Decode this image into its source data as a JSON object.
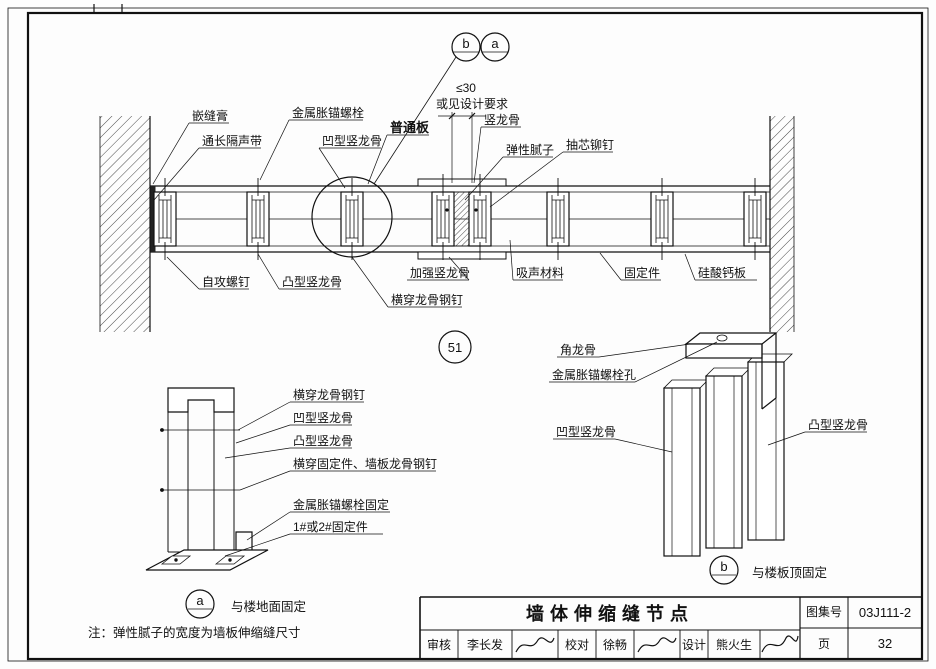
{
  "section": {
    "bubbles": {
      "left": "b",
      "right": "a"
    },
    "figure_no": "51",
    "dim": "≤30",
    "dim_note": "或见设计要求",
    "labels": {
      "caulk": "嵌缝膏",
      "sound_strip": "通长隔声带",
      "anchor_bolt": "金属胀锚螺栓",
      "concave_stud": "凹型竖龙骨",
      "plain_board": "普通板",
      "vertical_stud": "竖龙骨",
      "elastic_putty": "弹性腻子",
      "blind_rivet": "抽芯铆钉",
      "self_tapping_screw": "自攻螺钉",
      "convex_stud": "凸型竖龙骨",
      "through_nail": "横穿龙骨钢钉",
      "reinforced_stud": "加强竖龙骨",
      "absorbing_material": "吸声材料",
      "fixing_piece": "固定件",
      "calcium_silicate_board": "硅酸钙板"
    }
  },
  "detail_a": {
    "bubble": "a",
    "caption": "与楼地面固定",
    "labels": {
      "through_nail": "横穿龙骨钢钉",
      "concave_stud": "凹型竖龙骨",
      "convex_stud": "凸型竖龙骨",
      "through_fixing_nail": "横穿固定件、墙板龙骨钢钉",
      "anchor_bolt_fixing": "金属胀锚螺栓固定",
      "fixing_piece_no": "1#或2#固定件"
    },
    "note": "注：弹性腻子的宽度为墙板伸缩缝尺寸"
  },
  "detail_b": {
    "bubble": "b",
    "caption": "与楼板顶固定",
    "labels": {
      "angle_stud": "角龙骨",
      "anchor_bolt_hole": "金属胀锚螺栓孔",
      "concave_stud": "凹型竖龙骨",
      "convex_stud": "凸型竖龙骨"
    }
  },
  "title_block": {
    "title": "墙体伸缩缝节点",
    "atlas_label": "图集号",
    "atlas_no": "03J111-2",
    "page_label": "页",
    "page_no": "32",
    "reviewer_label": "审核",
    "reviewer_name": "李长发",
    "checker_label": "校对",
    "checker_name": "徐畅",
    "designer_label": "设计",
    "designer_name": "熊火生"
  }
}
